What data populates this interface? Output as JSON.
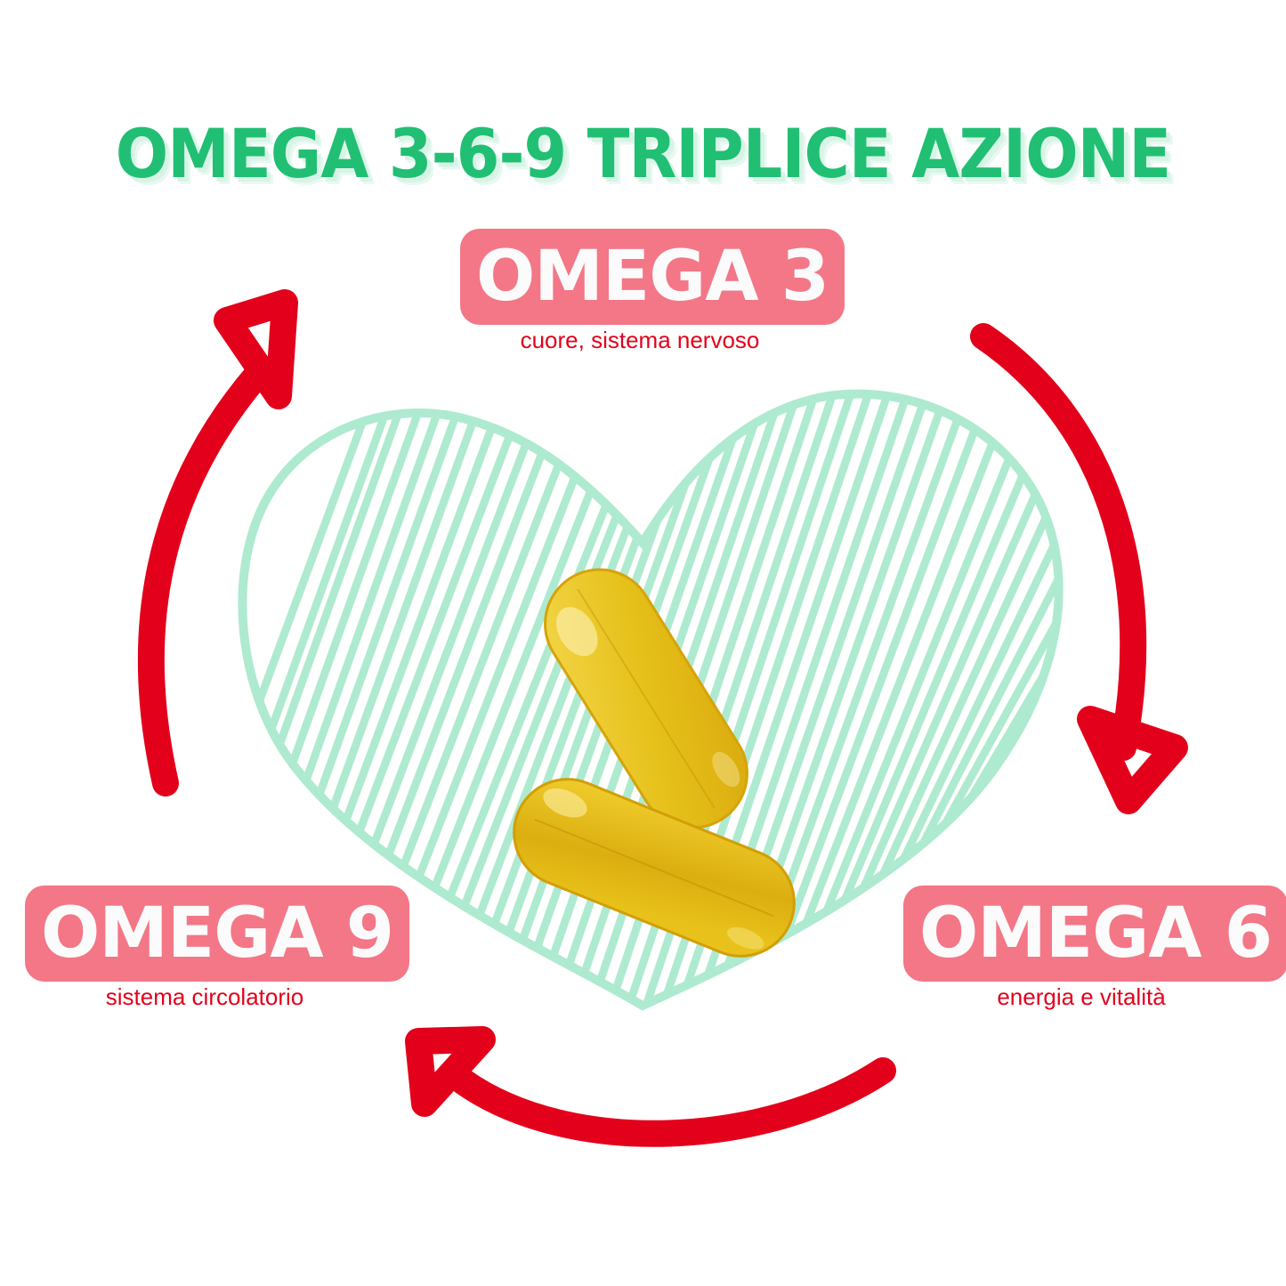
{
  "title": "OMEGA 3-6-9 TRIPLICE AZIONE",
  "colors": {
    "title_green": "#21bf73",
    "title_shadow": "#d7f4e6",
    "badge_pink": "#f37787",
    "badge_text": "#fbfbfb",
    "subtitle_red": "#e3001b",
    "arrow_red": "#e3001b",
    "heart_mint": "#aeead0",
    "capsule_yellow": "#e8c21a"
  },
  "badges": [
    {
      "id": "omega3",
      "label": "OMEGA 3",
      "subtitle": "cuore, sistema nervoso"
    },
    {
      "id": "omega6",
      "label": "OMEGA 6",
      "subtitle": "energia e vitalità"
    },
    {
      "id": "omega9",
      "label": "OMEGA 9",
      "subtitle": "sistema circolatorio"
    }
  ],
  "graphics": {
    "center_icon": "heart-scribble-icon",
    "capsules": "omega-softgel-capsules",
    "cycle_arrows": [
      "arrow-omega3-to-omega6",
      "arrow-omega6-to-omega9",
      "arrow-omega9-to-omega3"
    ]
  }
}
